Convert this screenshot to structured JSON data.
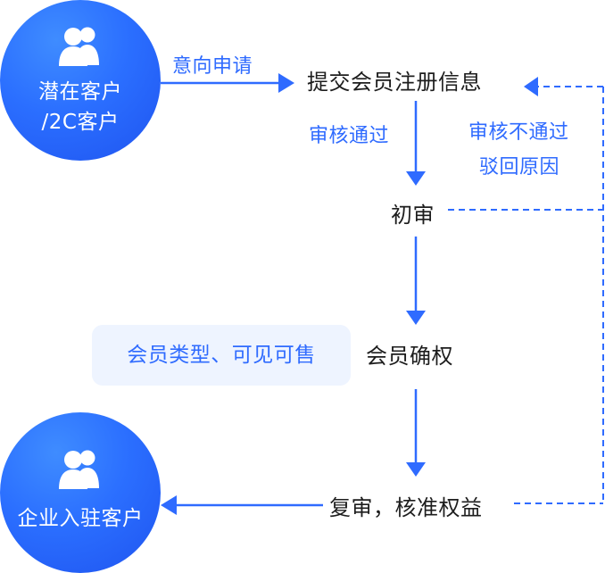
{
  "actors": {
    "top": {
      "label_line1": "潜在客户",
      "label_line2": "/2C客户",
      "icon": "users-icon"
    },
    "bottom": {
      "label": "企业入驻客户",
      "icon": "users-icon"
    }
  },
  "nodes": {
    "submit": "提交会员注册信息",
    "first_review": "初审",
    "member_confirm": "会员确权",
    "second_review": "复审，核准权益"
  },
  "edges": {
    "intent_apply": "意向申请",
    "review_pass": "审核通过",
    "review_fail_line1": "审核不通过",
    "review_fail_line2": "驳回原因"
  },
  "note": {
    "text": "会员类型、可见可售"
  },
  "colors": {
    "primary": "#2f6bff",
    "node_text": "#1d1d1d",
    "note_bg": "#eef4ff",
    "circle": "#2b6fff"
  }
}
